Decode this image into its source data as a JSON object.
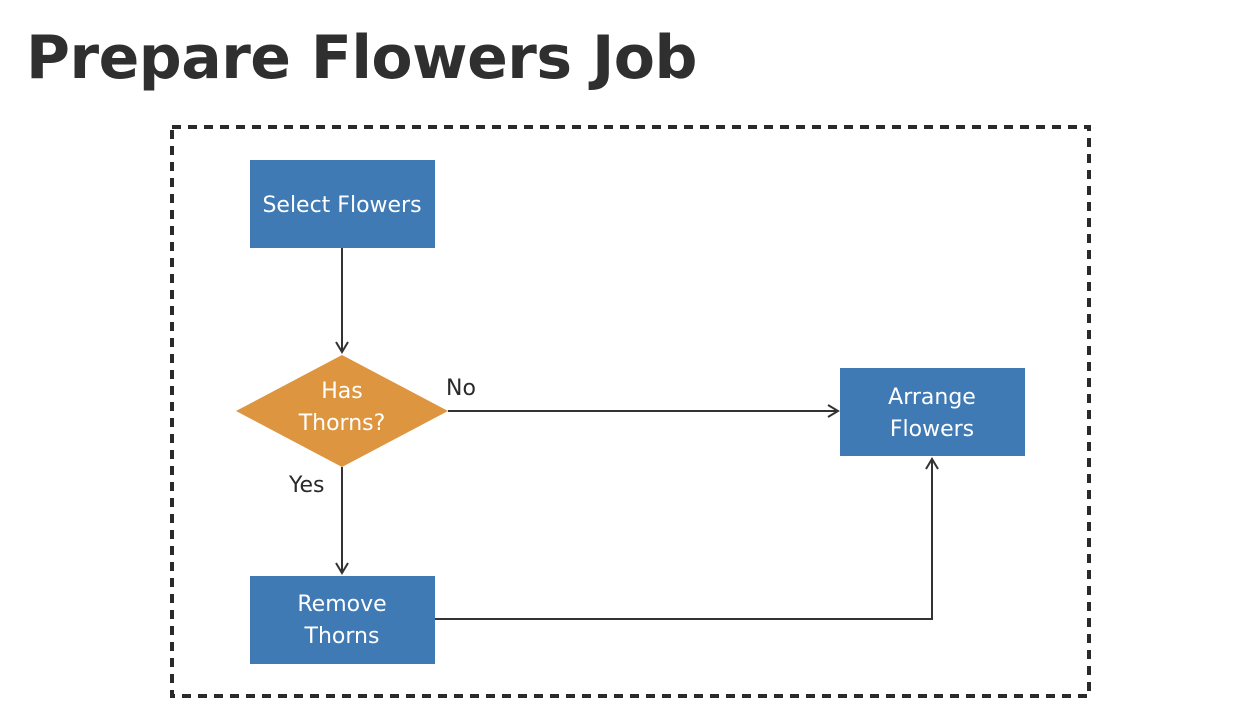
{
  "title": "Prepare Flowers Job",
  "colors": {
    "process": "#3f7ab4",
    "decision": "#dd953f",
    "line": "#333333",
    "border": "#2a2a2a",
    "title": "#2f2f2f"
  },
  "nodes": {
    "select_flowers": {
      "lines": [
        "Select Flowers"
      ]
    },
    "has_thorns": {
      "lines": [
        "Has",
        "Thorns?"
      ]
    },
    "remove_thorns": {
      "lines": [
        "Remove",
        "Thorns"
      ]
    },
    "arrange_flowers": {
      "lines": [
        "Arrange",
        "Flowers"
      ]
    }
  },
  "edges": {
    "no_label": "No",
    "yes_label": "Yes"
  }
}
